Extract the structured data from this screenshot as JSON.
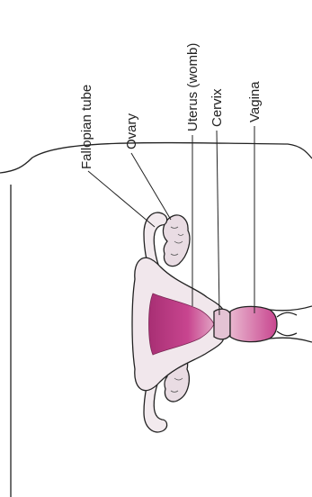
{
  "labels": {
    "fallopian_tube": "Fallopian tube",
    "ovary": "Ovary",
    "uterus": "Uterus (womb)",
    "cervix": "Cervix",
    "vagina": "Vagina"
  },
  "colors": {
    "background": "#ffffff",
    "ink": "#222222",
    "tissue_light": "#f3eef1",
    "tissue_mid": "#ddc6d2",
    "cavity": "#c8458f",
    "cavity_deep": "#a82f74",
    "vagina_fill": "#d98fb5"
  }
}
